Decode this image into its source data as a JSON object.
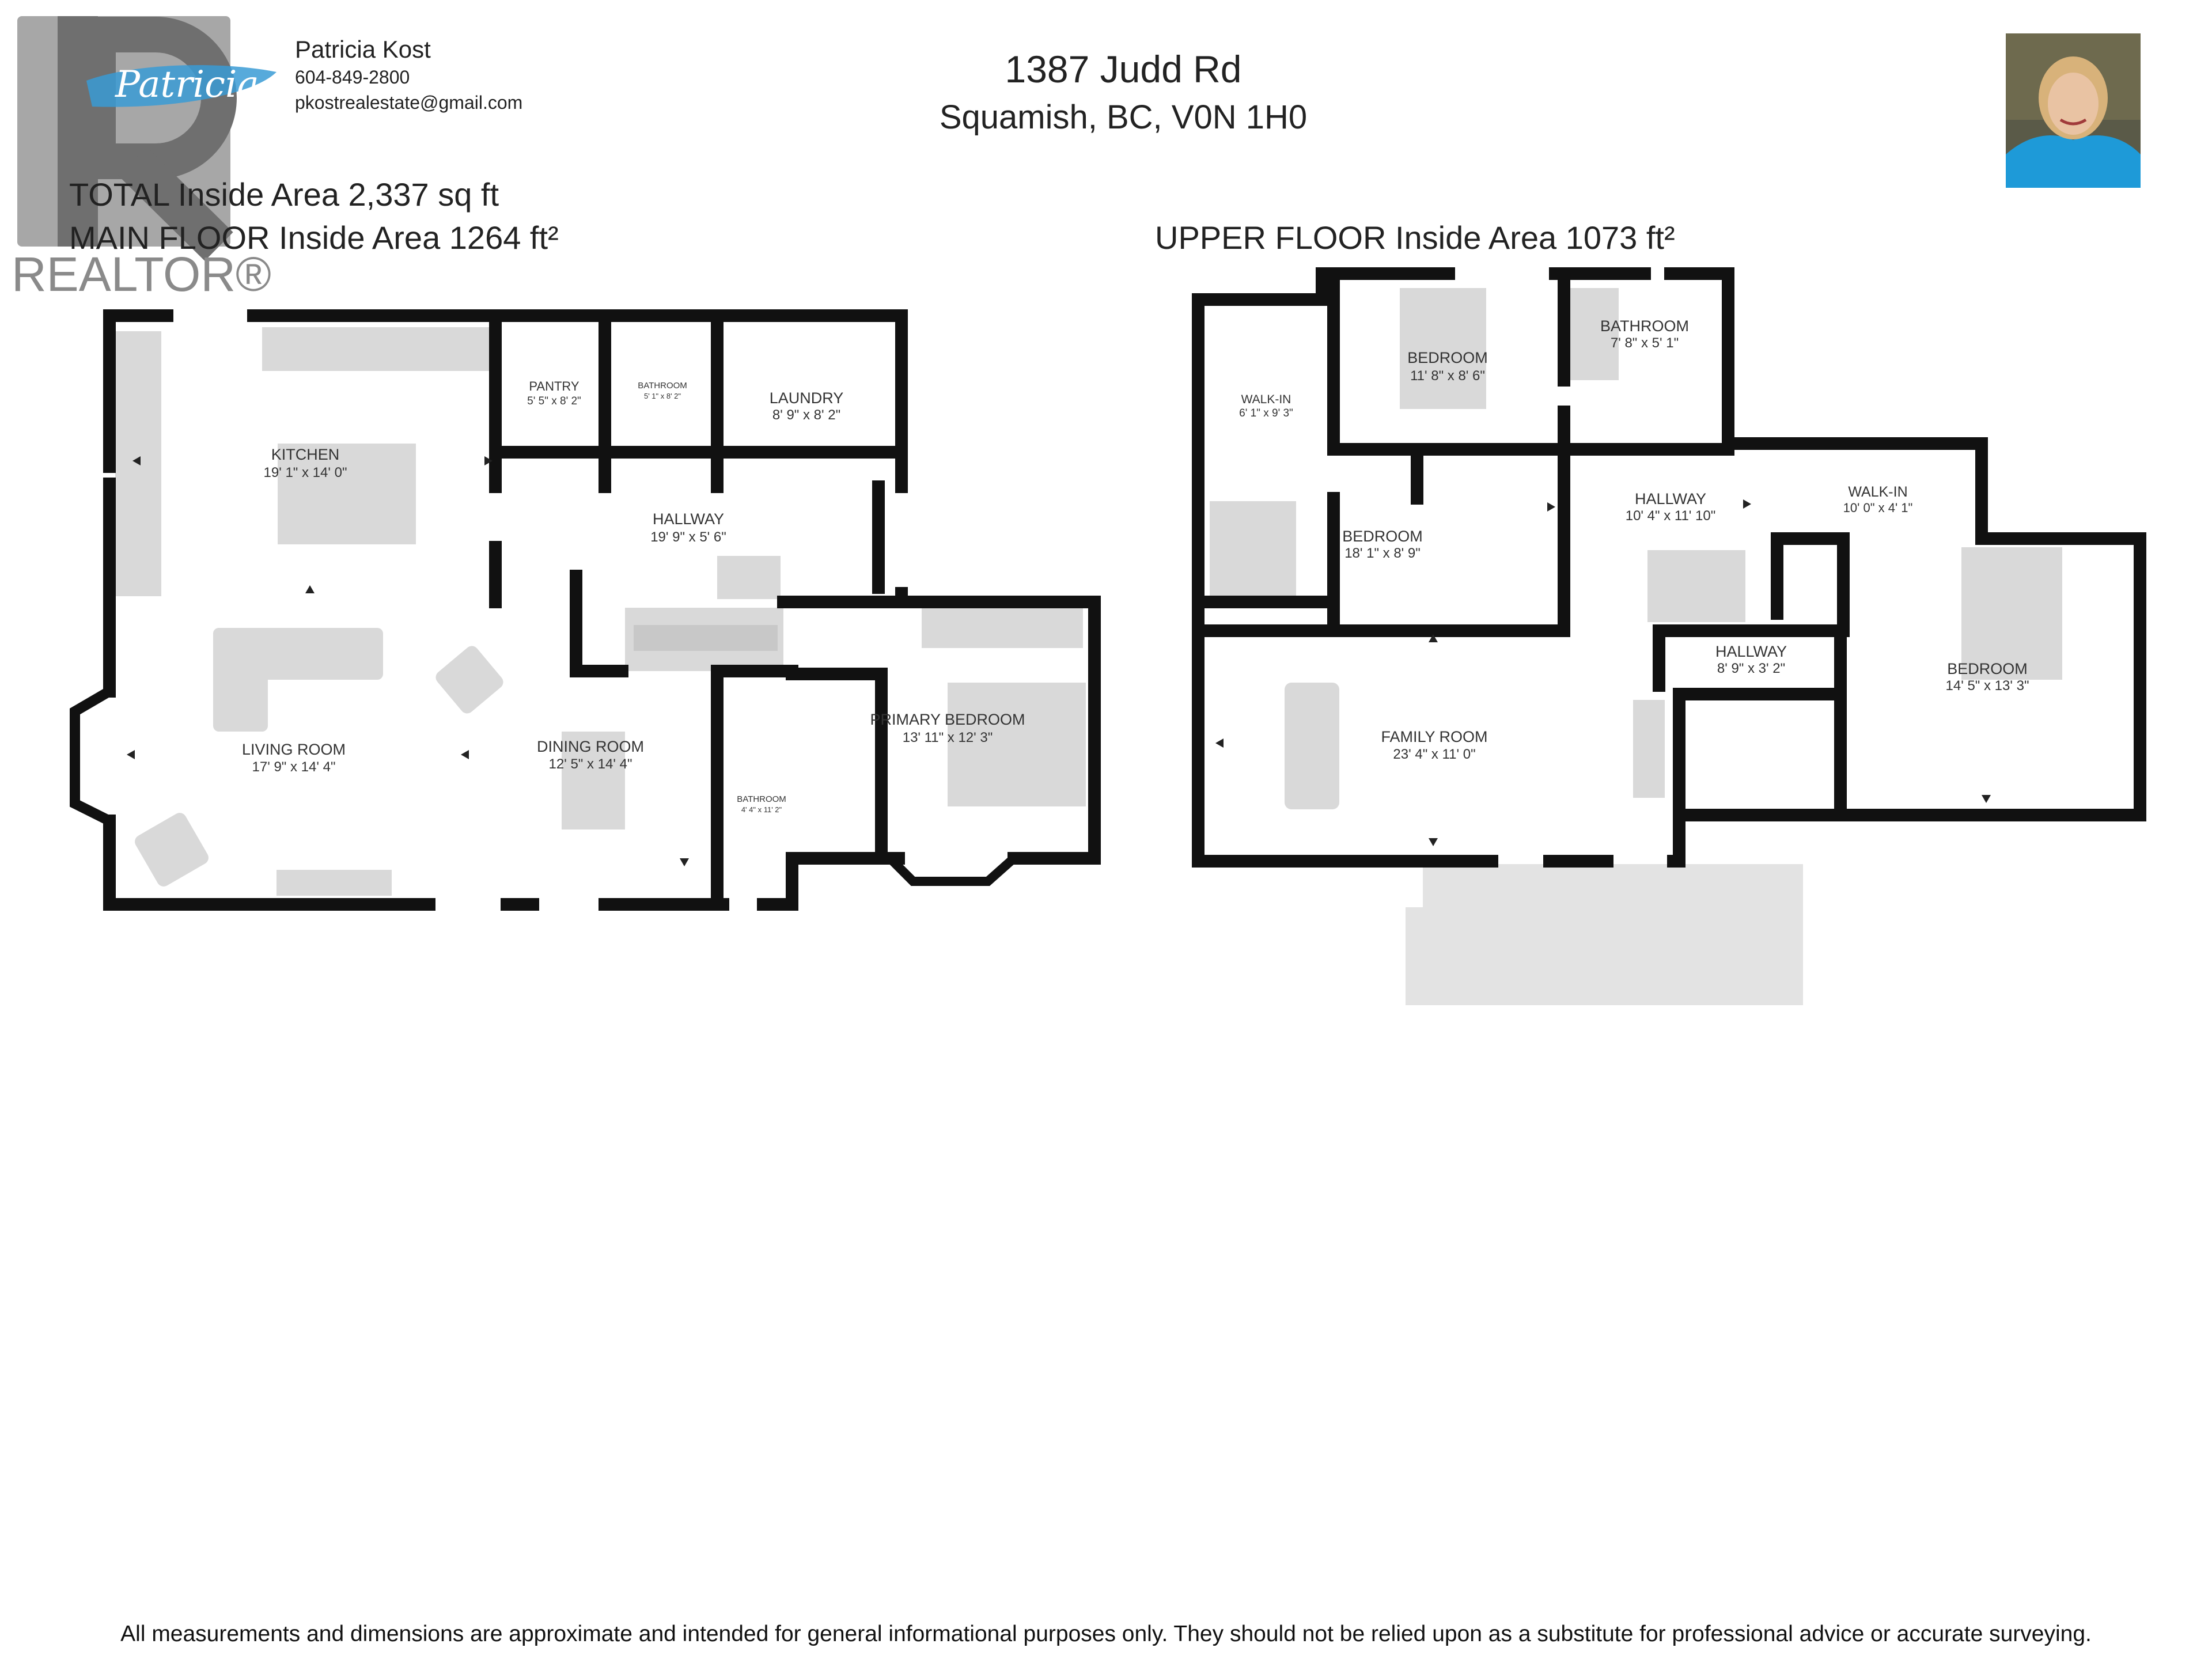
{
  "agent": {
    "name": "Patricia Kost",
    "phone": "604-849-2800",
    "email": "pkostrealestate@gmail.com",
    "logo_script": "Patricia",
    "brand": "REALTOR®"
  },
  "address": {
    "line1": "1387 Judd Rd",
    "line2": "Squamish, BC, V0N 1H0"
  },
  "areas": {
    "total": "TOTAL Inside Area 2,337 sq ft",
    "main": "MAIN FLOOR Inside Area 1264 ft²",
    "upper": "UPPER FLOOR Inside Area 1073 ft²"
  },
  "main_rooms": {
    "kitchen": {
      "name": "KITCHEN",
      "dim": "19' 1\" x 14' 0\""
    },
    "pantry": {
      "name": "PANTRY",
      "dim": "5' 5\" x 8' 2\""
    },
    "bathroom_main": {
      "name": "BATHROOM",
      "dim": "5' 1\" x 8' 2\""
    },
    "laundry": {
      "name": "LAUNDRY",
      "dim": "8' 9\" x 8' 2\""
    },
    "hallway": {
      "name": "HALLWAY",
      "dim": "19' 9\" x 5' 6\""
    },
    "living": {
      "name": "LIVING ROOM",
      "dim": "17' 9\" x 14' 4\""
    },
    "dining": {
      "name": "DINING ROOM",
      "dim": "12' 5\" x 14' 4\""
    },
    "bathroom_small": {
      "name": "BATHROOM",
      "dim": "4' 4\" x 11' 2\""
    },
    "primary": {
      "name": "PRIMARY BEDROOM",
      "dim": "13' 11\" x 12' 3\""
    }
  },
  "upper_rooms": {
    "walkin_left": {
      "name": "WALK-IN",
      "dim": "6' 1\" x 9' 3\""
    },
    "bedroom_top": {
      "name": "BEDROOM",
      "dim": "11' 8\" x 8' 6\""
    },
    "bathroom": {
      "name": "BATHROOM",
      "dim": "7' 8\" x 5' 1\""
    },
    "bedroom_left": {
      "name": "BEDROOM",
      "dim": "18' 1\" x 8' 9\""
    },
    "hallway_upper": {
      "name": "HALLWAY",
      "dim": "10' 4\" x 11' 10\""
    },
    "walkin_right": {
      "name": "WALK-IN",
      "dim": "10' 0\" x 4' 1\""
    },
    "hallway_small": {
      "name": "HALLWAY",
      "dim": "8' 9\" x 3' 2\""
    },
    "bedroom_right": {
      "name": "BEDROOM",
      "dim": "14' 5\" x 13' 3\""
    },
    "family": {
      "name": "FAMILY ROOM",
      "dim": "23' 4\" x 11' 0\""
    }
  },
  "disclaimer": "All measurements and dimensions are approximate and intended for general informational purposes only. They should not be relied upon as a substitute for professional advice or accurate surveying.",
  "colors": {
    "wall": "#111111",
    "fixture": "#d9d9d9",
    "deck": "#e3e3e3",
    "logo_gray": "#7a7a7a",
    "brush_blue": "#3a9bd5"
  },
  "icons": [
    "realtor-r-logo",
    "agent-photo",
    "arrow-icon"
  ]
}
